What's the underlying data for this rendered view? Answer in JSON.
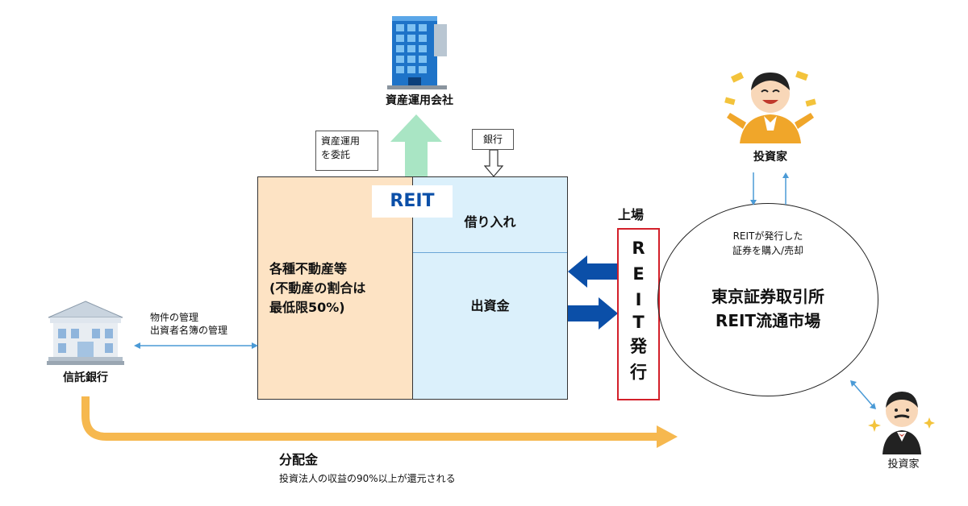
{
  "asset_manager": {
    "label": "資産運用会社"
  },
  "notes": {
    "asset_management_commission": [
      "資産運用",
      "を委託"
    ],
    "bank": "銀行"
  },
  "reit_box": {
    "tag": "REIT",
    "left_text": [
      "各種不動産等",
      "(不動産の割合は",
      "最低限50%)"
    ],
    "borrowing": "借り入れ",
    "equity": "出資金"
  },
  "listing": {
    "label": "上場",
    "issue_chars": [
      "R",
      "E",
      "I",
      "T",
      "発",
      "行"
    ]
  },
  "exchange": {
    "note_lines": [
      "REITが発行した",
      "証券を購入/売却"
    ],
    "title_lines": [
      "東京証券取引所",
      "REIT流通市場"
    ]
  },
  "investor_top": {
    "label": "投資家"
  },
  "investor_bottom": {
    "label": "投資家"
  },
  "trust_bank": {
    "label": "信託銀行",
    "roles": [
      "物件の管理",
      "出資者名簿の管理"
    ]
  },
  "distribution": {
    "label": "分配金",
    "description": "投資法人の収益の90%以上が還元される"
  },
  "colors": {
    "property_fill": "#fde3c4",
    "capital_fill": "#dbf0fb",
    "up_arrow": "#a9e5c4",
    "blue_arrow": "#0b4fa8",
    "orange_arrow": "#f6b84f",
    "listing_border": "#d3202a",
    "thin_arrow": "#4a9ad6"
  }
}
